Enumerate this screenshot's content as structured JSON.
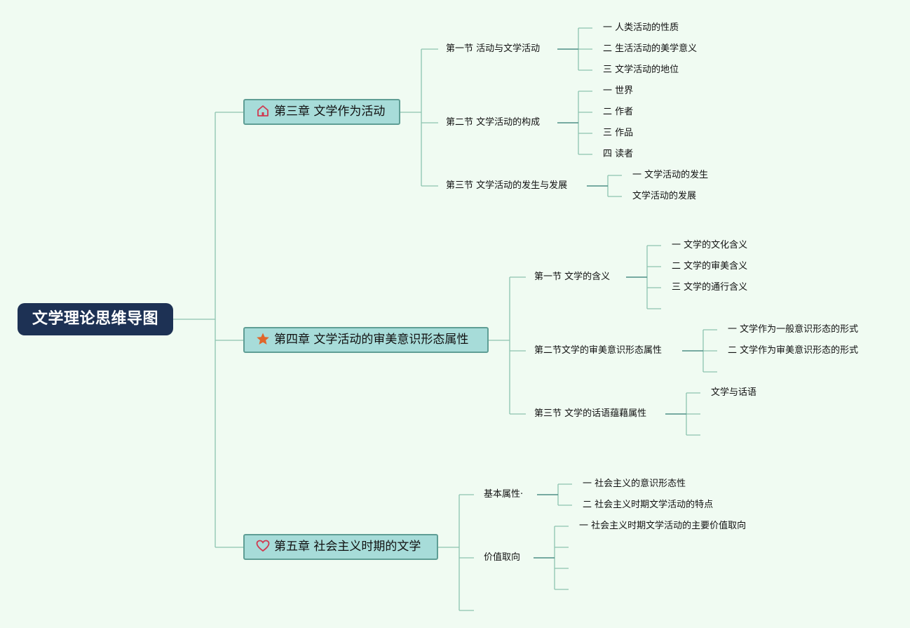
{
  "root": {
    "title": "文学理论思维导图"
  },
  "chapters": [
    {
      "label": "第三章 文学作为活动",
      "icon": "house-icon",
      "sections": [
        {
          "label": "第一节 活动与文学活动",
          "items": [
            "一 人类活动的性质",
            "二 生活活动的美学意义",
            "三 文学活动的地位"
          ]
        },
        {
          "label": "第二节 文学活动的构成",
          "items": [
            "一 世界",
            "二 作者",
            "三 作品",
            "四 读者"
          ]
        },
        {
          "label": "第三节 文学活动的发生与发展",
          "items": [
            "一 文学活动的发生",
            "文学活动的发展"
          ]
        }
      ]
    },
    {
      "label": "第四章 文学活动的审美意识形态属性",
      "icon": "star-icon",
      "sections": [
        {
          "label": "第一节 文学的含义",
          "items": [
            "一 文学的文化含义",
            "二 文学的审美含义",
            "三 文学的通行含义",
            ""
          ]
        },
        {
          "label": "第二节文学的审美意识形态属性",
          "items": [
            "一 文学作为一般意识形态的形式",
            "二 文学作为审美意识形态的形式",
            ""
          ]
        },
        {
          "label": "第三节 文学的话语蕴藉属性",
          "items": [
            "文学与话语",
            "",
            ""
          ]
        }
      ]
    },
    {
      "label": "第五章 社会主义时期的文学",
      "icon": "heart-icon",
      "sections": [
        {
          "label": "基本属性·",
          "items": [
            "一 社会主义的意识形态性",
            "二 社会主义时期文学活动的特点"
          ]
        },
        {
          "label": "价值取向",
          "items": [
            "一 社会主义时期文学活动的主要价值取向",
            "",
            "",
            ""
          ]
        },
        {
          "label": "",
          "items": []
        }
      ]
    }
  ],
  "colors": {
    "line": "#8cc4b0",
    "line_dark": "#4e8f86",
    "root_bg": "#1d3154",
    "chapter_bg": "#a7dcd9",
    "star": "#e0662a",
    "house": "#d0394f",
    "heart": "#d0394f"
  }
}
